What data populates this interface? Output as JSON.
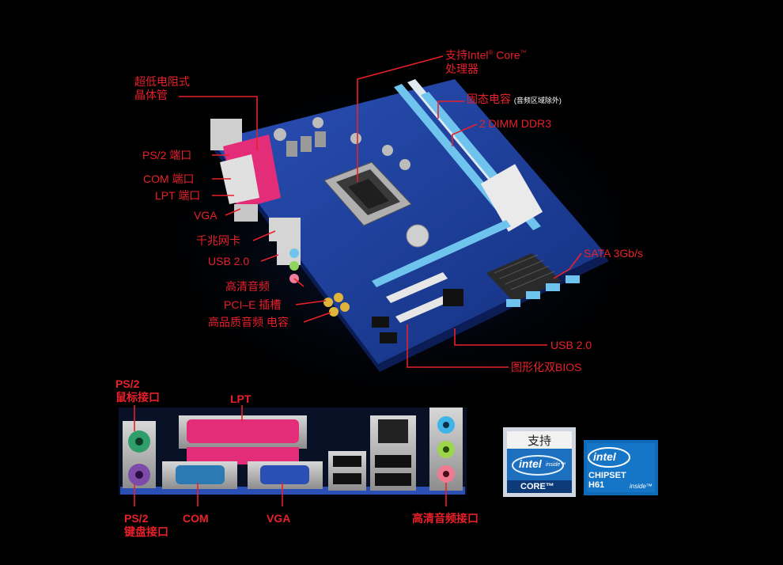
{
  "colors": {
    "label": "#e8202a",
    "board": "#1c3d9c",
    "dimm": "#6fc4ee",
    "background": "#000000"
  },
  "labels": {
    "cpu_support": {
      "line1a": "支持Intel",
      "reg": "®",
      "line1b": " Core",
      "tm": "™",
      "line2": "处理器"
    },
    "mosfet": {
      "line1": "超低电阻式",
      "line2": "晶体管"
    },
    "solid_cap": {
      "main": "固态电容",
      "note": "(音频区域除外)"
    },
    "dimm": "2 DIMM DDR3",
    "ps2_port": "PS/2 端口",
    "com_port": "COM 端口",
    "lpt_port": "LPT 端口",
    "vga": "VGA",
    "lan": "千兆网卡",
    "usb_left": "USB 2.0",
    "hd_audio": "高清音频",
    "pcie": "PCI–E 插槽",
    "audio_cap": "高品质音频 电容",
    "sata": "SATA 3Gb/s",
    "usb_right": "USB 2.0",
    "dual_bios": "图形化双BIOS"
  },
  "io_panel": {
    "ps2_mouse": {
      "line1": "PS/2",
      "line2": "鼠标接口"
    },
    "lpt": "LPT",
    "ps2_keyboard": {
      "line1": "PS/2",
      "line2": "键盘接口"
    },
    "com": "COM",
    "vga": "VGA",
    "audio": "高清音频接口"
  },
  "logos": {
    "core": {
      "header": "支持",
      "brand": "intel",
      "inside": "inside™",
      "product": "CORE™"
    },
    "chipset": {
      "brand": "intel",
      "product": "CHIPSET",
      "model": "H61",
      "inside": "inside™"
    }
  }
}
